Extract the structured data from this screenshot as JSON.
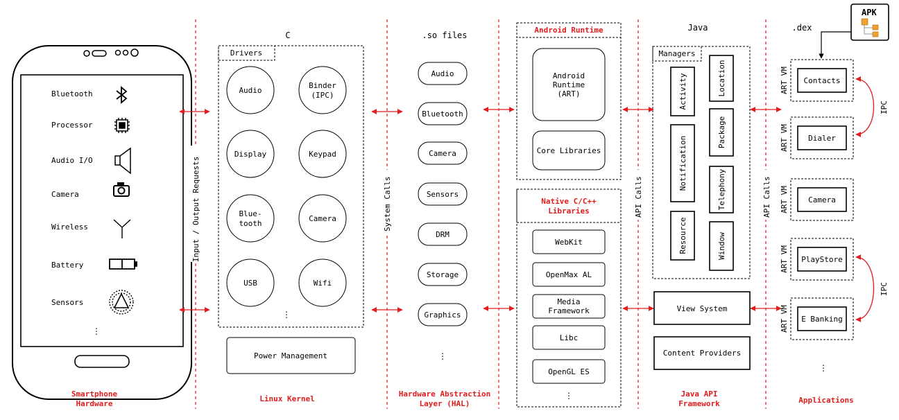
{
  "hardware": {
    "items": [
      {
        "label": "Bluetooth",
        "icon": "bluetooth-icon"
      },
      {
        "label": "Processor",
        "icon": "processor-icon"
      },
      {
        "label": "Audio I/O",
        "icon": "speaker-icon"
      },
      {
        "label": "Camera",
        "icon": "camera-icon"
      },
      {
        "label": "Wireless",
        "icon": "antenna-icon"
      },
      {
        "label": "Battery",
        "icon": "battery-icon"
      },
      {
        "label": "Sensors",
        "icon": "sensor-icon"
      }
    ],
    "ellipsis": "⋮",
    "footer_line1": "Smartphone",
    "footer_line2": "Hardware"
  },
  "divider1": {
    "label": "Input / Output Requests"
  },
  "kernel": {
    "lang": "C",
    "drivers_title": "Drivers",
    "drivers": [
      {
        "line1": "Audio",
        "line2": ""
      },
      {
        "line1": "Binder",
        "line2": "(IPC)"
      },
      {
        "line1": "Display",
        "line2": ""
      },
      {
        "line1": "Keypad",
        "line2": ""
      },
      {
        "line1": "Blue-",
        "line2": "tooth"
      },
      {
        "line1": "Camera",
        "line2": ""
      },
      {
        "line1": "USB",
        "line2": ""
      },
      {
        "line1": "Wifi",
        "line2": ""
      }
    ],
    "ellipsis": "⋮",
    "power": "Power Management",
    "footer": "Linux Kernel"
  },
  "divider2": {
    "label": "System Calls"
  },
  "hal": {
    "lang": ".so files",
    "items": [
      "Audio",
      "Bluetooth",
      "Camera",
      "Sensors",
      "DRM",
      "Storage",
      "Graphics"
    ],
    "ellipsis": "⋮",
    "footer_line1": "Hardware Abstraction",
    "footer_line2": "Layer (HAL)"
  },
  "runtime": {
    "title": "Android Runtime",
    "art_line1": "Android",
    "art_line2": "Runtime",
    "art_line3": "(ART)",
    "core": "Core Libraries",
    "native_line1": "Native C/C++",
    "native_line2": "Libraries",
    "natives": [
      {
        "line1": "WebKit",
        "line2": ""
      },
      {
        "line1": "OpenMax AL",
        "line2": ""
      },
      {
        "line1": "Media",
        "line2": "Framework"
      },
      {
        "line1": "Libc",
        "line2": ""
      },
      {
        "line1": "OpenGL ES",
        "line2": ""
      }
    ],
    "ellipsis": "⋮"
  },
  "divider3": {
    "label": "API Calls"
  },
  "framework": {
    "lang": "Java",
    "managers_title": "Managers",
    "managers": [
      "Activity",
      "Location",
      "Notification",
      "Package",
      "Telephony",
      "Resource",
      "Window"
    ],
    "view_system": "View System",
    "content_providers": "Content Providers",
    "footer_line1": "Java API",
    "footer_line2": "Framework"
  },
  "divider4": {
    "label": "API Calls"
  },
  "apps": {
    "dex": ".dex",
    "apk": "APK",
    "vm_label": "ART VM",
    "items": [
      "Contacts",
      "Dialer",
      "Camera",
      "PlayStore",
      "E Banking"
    ],
    "ipc": "IPC",
    "ellipsis": "⋮",
    "footer": "Applications"
  },
  "colors": {
    "accent": "#e21b1b",
    "apk_orange": "#f0a030",
    "line": "#000000"
  }
}
